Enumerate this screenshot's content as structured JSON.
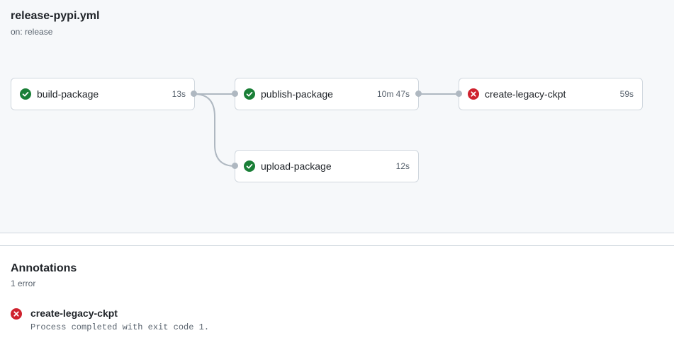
{
  "workflow": {
    "title": "release-pypi.yml",
    "trigger": "on: release"
  },
  "jobs": [
    {
      "name": "build-package",
      "duration": "13s",
      "status": "success"
    },
    {
      "name": "publish-package",
      "duration": "10m 47s",
      "status": "success"
    },
    {
      "name": "create-legacy-ckpt",
      "duration": "59s",
      "status": "failure"
    },
    {
      "name": "upload-package",
      "duration": "12s",
      "status": "success"
    }
  ],
  "annotations": {
    "title": "Annotations",
    "count": "1 error",
    "items": [
      {
        "job": "create-legacy-ckpt",
        "message": "Process completed with exit code 1.",
        "level": "error"
      }
    ]
  },
  "colors": {
    "success": "#1a7f37",
    "failure": "#cf222e",
    "connector": "#afb8c1"
  }
}
